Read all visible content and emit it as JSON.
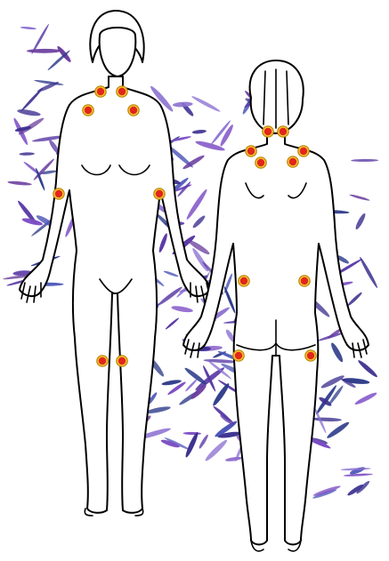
{
  "figures": [
    {
      "view": "front"
    },
    {
      "view": "back"
    }
  ],
  "tender_point_count": 18,
  "colors": {
    "tender_point_fill": "#e1261c",
    "tender_point_ring": "#f6c431",
    "leaf_palette": [
      "#3b2f8f",
      "#5a3aa6",
      "#7b4cc4",
      "#2e3c8a",
      "#4d56b8",
      "#8a6fd0",
      "#6a3d9e"
    ],
    "outline": "#000000",
    "background": "#ffffff"
  }
}
